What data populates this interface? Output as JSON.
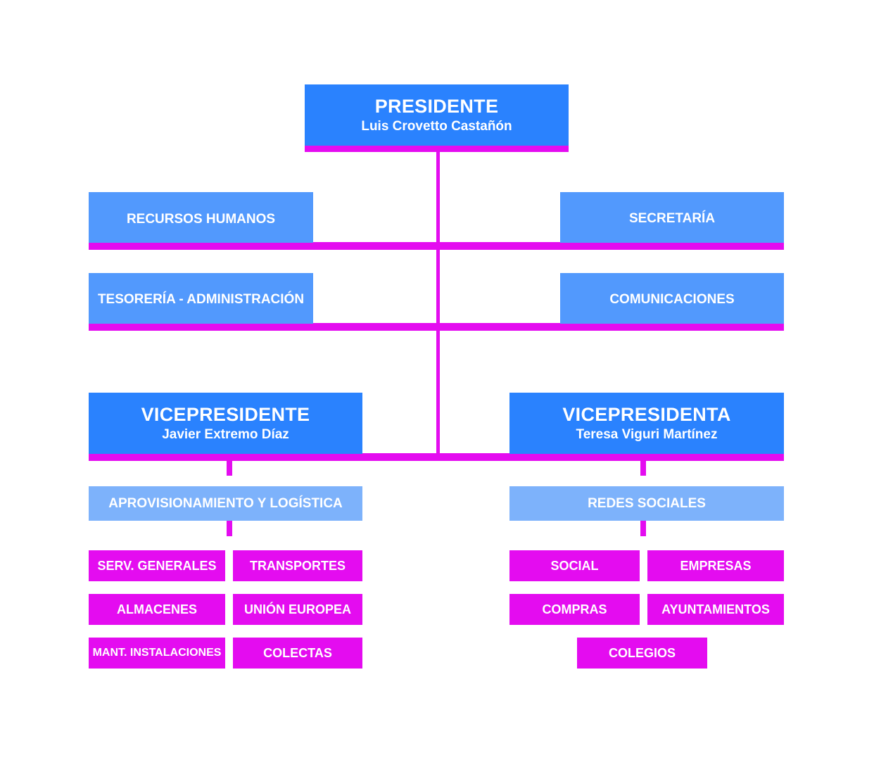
{
  "president": {
    "role": "PRESIDENTE",
    "name": "Luis Crovetto Castañón"
  },
  "departments": {
    "hr": "RECURSOS HUMANOS",
    "secretary": "SECRETARÍA",
    "treasury": "TESORERÍA - ADMINISTRACIÓN",
    "communications": "COMUNICACIONES"
  },
  "vp_left": {
    "role": "VICEPRESIDENTE",
    "name": "Javier Extremo Díaz"
  },
  "vp_right": {
    "role": "VICEPRESIDENTA",
    "name": "Teresa Viguri Martínez"
  },
  "left_branch": {
    "title": "APROVISIONAMIENTO Y LOGÍSTICA",
    "units": [
      "SERV. GENERALES",
      "TRANSPORTES",
      "ALMACENES",
      "UNIÓN EUROPEA",
      "MANT. INSTALACIONES",
      "COLECTAS"
    ]
  },
  "right_branch": {
    "title": "REDES SOCIALES",
    "units": [
      "SOCIAL",
      "EMPRESAS",
      "COMPRAS",
      "AYUNTAMIENTOS",
      "COLEGIOS"
    ]
  },
  "colors": {
    "head_blue": "#2a82fe",
    "dept_blue": "#5299fd",
    "sub_blue": "#7db2fb",
    "connector_magenta": "#e40cf0"
  }
}
